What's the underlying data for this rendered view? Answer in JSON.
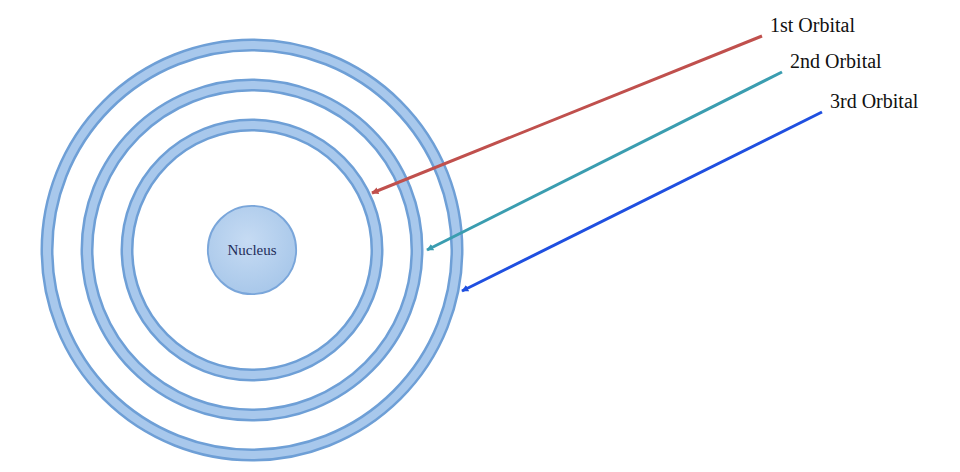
{
  "diagram": {
    "nodes": [
      {
        "text": [
          "Nucleus"
        ]
      }
    ],
    "labels": [
      "1st Orbital",
      "2nd Orbital",
      "3rd Orbital"
    ]
  }
}
